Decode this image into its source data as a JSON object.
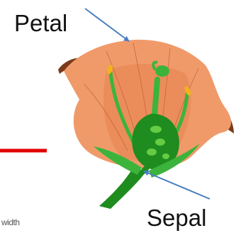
{
  "labels": {
    "petal": "Petal",
    "sepal": "Sepal"
  },
  "fragment_text": "width",
  "colors": {
    "petal": "#f09a6a",
    "petal_shade": "#e5834f",
    "petal_tip": "#7a3b1c",
    "green_dark": "#1e8c1e",
    "green_mid": "#3cb43c",
    "green_light": "#66cc44",
    "anther": "#f2b21c",
    "arrow": "#4a7fc0",
    "red_line": "#e00000"
  }
}
